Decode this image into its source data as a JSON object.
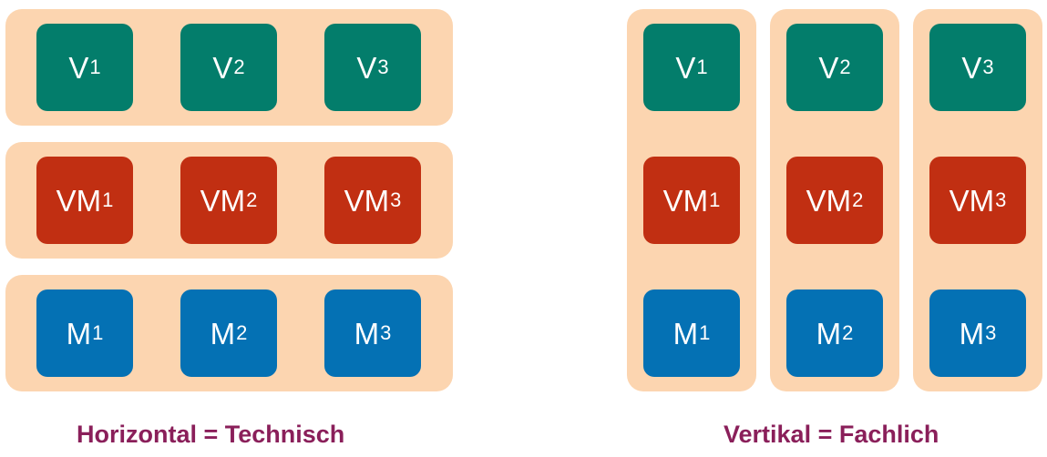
{
  "horizontal": {
    "caption": "Horizontal = Technisch",
    "rows": [
      {
        "kind": "v",
        "tiles": [
          {
            "base": "V",
            "sub": "1"
          },
          {
            "base": "V",
            "sub": "2"
          },
          {
            "base": "V",
            "sub": "3"
          }
        ]
      },
      {
        "kind": "vm",
        "tiles": [
          {
            "base": "VM",
            "sub": "1"
          },
          {
            "base": "VM",
            "sub": "2"
          },
          {
            "base": "VM",
            "sub": "3"
          }
        ]
      },
      {
        "kind": "m",
        "tiles": [
          {
            "base": "M",
            "sub": "1"
          },
          {
            "base": "M",
            "sub": "2"
          },
          {
            "base": "M",
            "sub": "3"
          }
        ]
      }
    ]
  },
  "vertical": {
    "caption": "Vertikal = Fachlich",
    "columns": [
      {
        "tiles": [
          {
            "base": "V",
            "sub": "1"
          },
          {
            "base": "VM",
            "sub": "1"
          },
          {
            "base": "M",
            "sub": "1"
          }
        ]
      },
      {
        "tiles": [
          {
            "base": "V",
            "sub": "2"
          },
          {
            "base": "VM",
            "sub": "2"
          },
          {
            "base": "M",
            "sub": "2"
          }
        ]
      },
      {
        "tiles": [
          {
            "base": "V",
            "sub": "3"
          },
          {
            "base": "VM",
            "sub": "3"
          },
          {
            "base": "M",
            "sub": "3"
          }
        ]
      }
    ]
  },
  "colors": {
    "band": "#fcd5b0",
    "v": "#037d6b",
    "vm": "#c12f12",
    "m": "#0471b4",
    "caption": "#8a1f5a"
  }
}
